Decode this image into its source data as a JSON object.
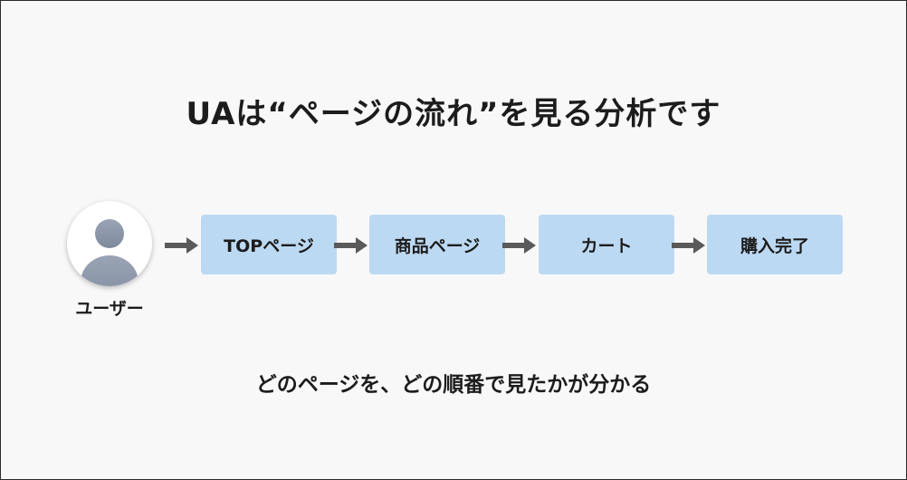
{
  "title": "UAは“ページの流れ”を見る分析です",
  "user": {
    "label": "ユーザー",
    "icon": "user-avatar-icon"
  },
  "flow": {
    "steps": [
      {
        "label": "TOPページ"
      },
      {
        "label": "商品ページ"
      },
      {
        "label": "カート"
      },
      {
        "label": "購入完了"
      }
    ],
    "arrow_icon": "right-arrow-icon"
  },
  "caption": "どのページを、どの順番で見たかが分かる",
  "colors": {
    "background": "#f8f8f8",
    "step_fill": "#bcd9f3",
    "arrow": "#5a5a5a",
    "avatar_figure": "#8893a6",
    "text": "#1c1c1c"
  }
}
